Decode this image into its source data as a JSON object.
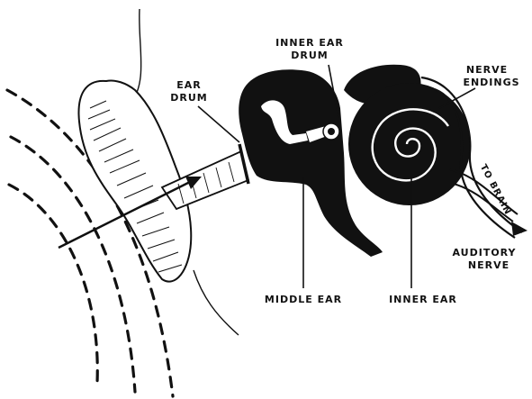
{
  "labels": {
    "ear_drum_line1": "EAR",
    "ear_drum_line2": "DRUM",
    "inner_ear_drum_line1": "INNER EAR",
    "inner_ear_drum_line2": "DRUM",
    "nerve_endings_line1": "NERVE",
    "nerve_endings_line2": "ENDINGS",
    "to_brain": "TO BRAIN",
    "auditory_nerve_line1": "AUDITORY",
    "auditory_nerve_line2": "NERVE",
    "middle_ear": "MIDDLE EAR",
    "inner_ear": "INNER EAR"
  },
  "colors": {
    "ink": "#111111",
    "paper": "#ffffff"
  }
}
